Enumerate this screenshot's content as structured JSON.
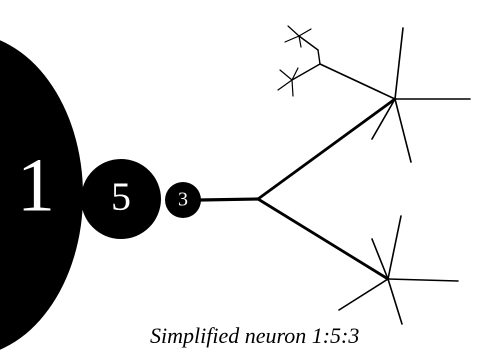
{
  "diagram": {
    "caption": "Simplified neuron 1:5:3",
    "circles": [
      {
        "label": "1"
      },
      {
        "label": "5"
      },
      {
        "label": "3"
      }
    ],
    "colors": {
      "fill": "#000000",
      "label": "#ffffff",
      "background": "#ffffff"
    }
  }
}
